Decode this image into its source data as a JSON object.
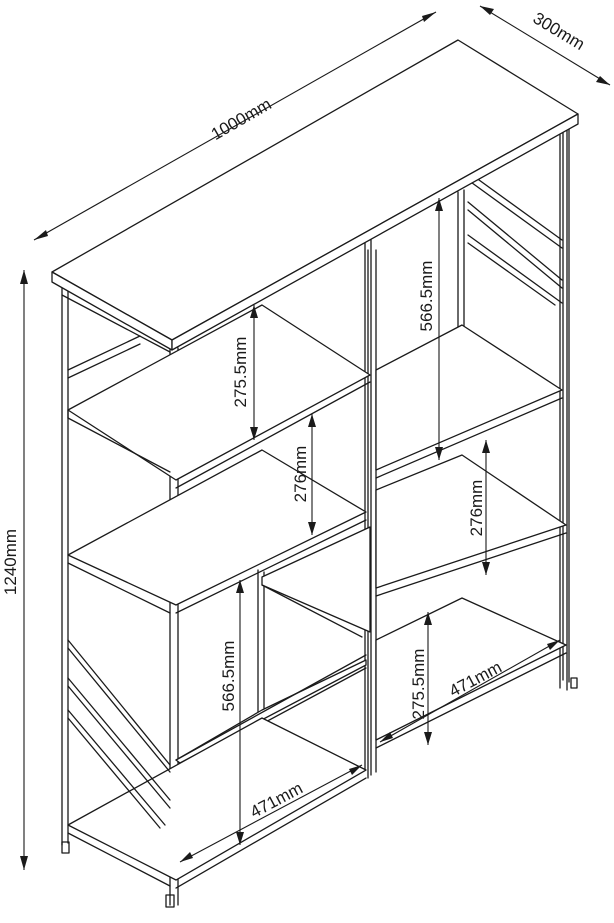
{
  "diagram": {
    "type": "dimensioned product drawing",
    "dimensions": {
      "width": "1000mm",
      "depth": "300mm",
      "height": "1240mm",
      "upper_right_compartment": "566.5mm",
      "upper_left_compartment": "275.5mm",
      "middle_left_compartment": "276mm",
      "middle_right_compartment": "276mm",
      "lower_left_compartment": "566.5mm",
      "lower_right_compartment": "275.5mm",
      "lower_left_width": "471mm",
      "lower_right_width": "471mm"
    }
  }
}
